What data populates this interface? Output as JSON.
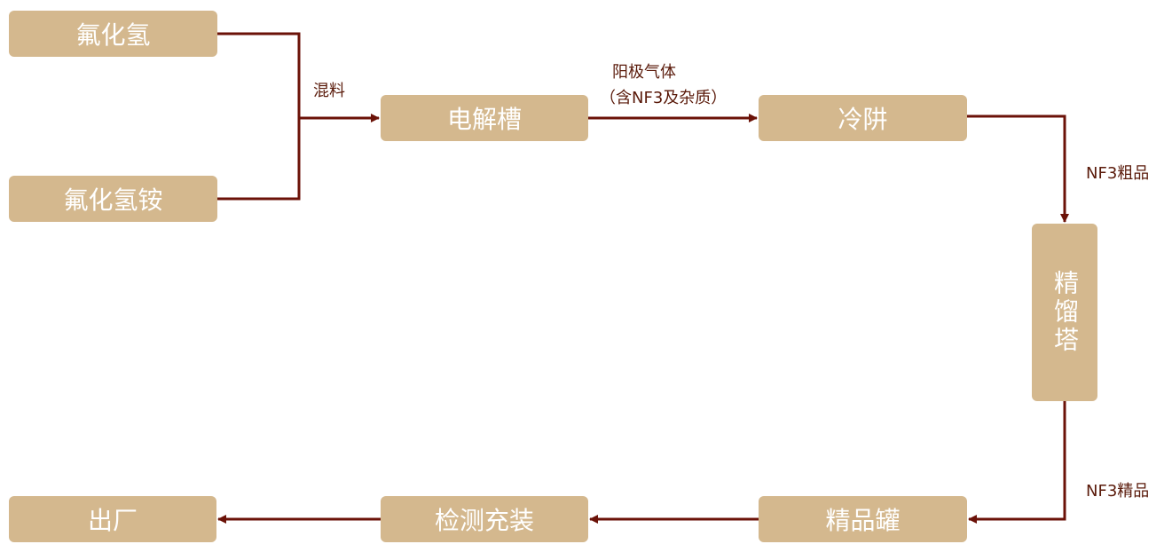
{
  "nodes": {
    "hf": "氟化氢",
    "nh4hf2": "氟化氢铵",
    "electrolyzer": "电解槽",
    "cold_trap": "冷阱",
    "distillation": "精馏塔",
    "product_tank": "精品罐",
    "inspection": "检测充装",
    "shipment": "出厂"
  },
  "edges": {
    "mix": "混料",
    "anode_gas_1": "阳极气体",
    "anode_gas_2": "（含NF3及杂质）",
    "crude": "NF3粗品",
    "refined": "NF3精品"
  },
  "colors": {
    "box": "#D4B88E",
    "line": "#6B1208"
  }
}
